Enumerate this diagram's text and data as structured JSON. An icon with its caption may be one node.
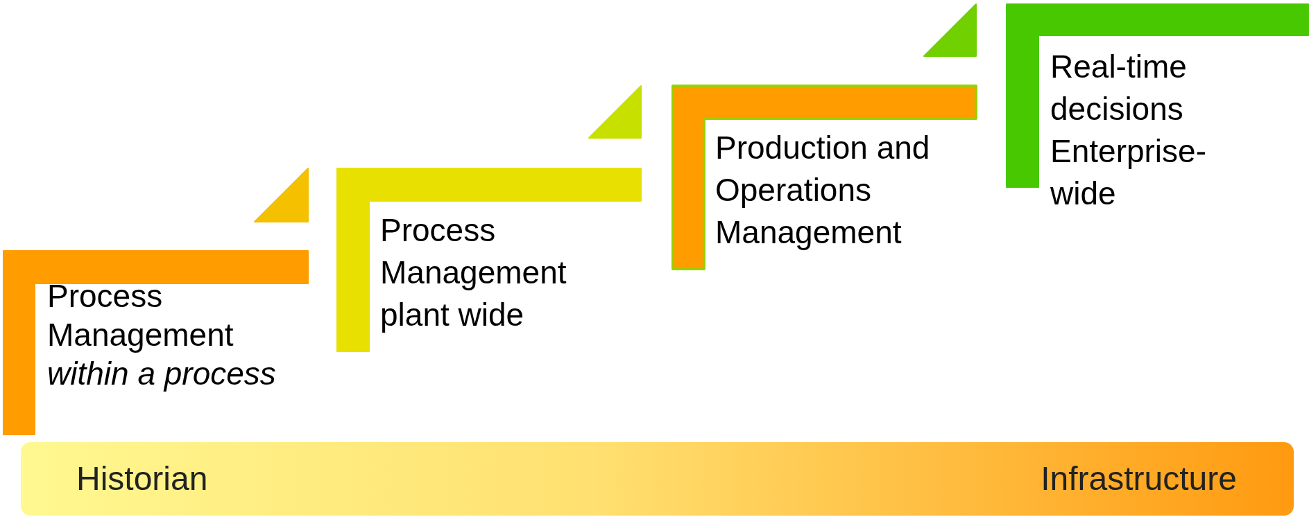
{
  "diagram": {
    "nodes": [
      {
        "text": [
          "Process Management *within a process*"
        ]
      },
      {
        "text": [
          "Process Management plant wide"
        ]
      },
      {
        "text": [
          "Production and Operations Management"
        ]
      },
      {
        "text": [
          "Real-time decisions Enterprise-wide"
        ]
      },
      {
        "text": [
          "Historian",
          "Infrastructure"
        ]
      },
      {
        "text": [],
        "shape": "triangle"
      },
      {
        "text": [],
        "shape": "triangle"
      },
      {
        "text": [],
        "shape": "triangle"
      }
    ]
  }
}
